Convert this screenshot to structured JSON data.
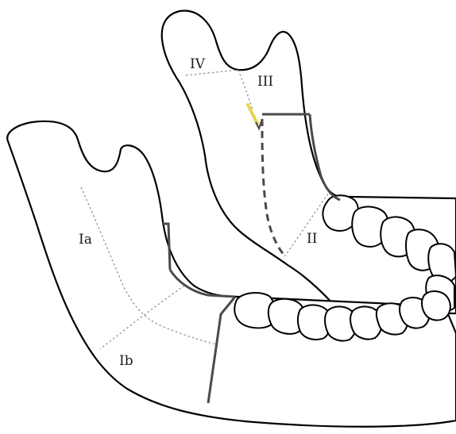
{
  "labels": {
    "zone_iv": "IV",
    "zone_iii": "III",
    "zone_ii": "II",
    "zone_ia": "Ia",
    "zone_ib": "Ib"
  },
  "colors": {
    "outline": "#000000",
    "zone_boundary": "#9a9a9a",
    "osteotomy_line": "#4a4a4a",
    "nerve_marker": "#e8d44a",
    "background": "#ffffff"
  }
}
